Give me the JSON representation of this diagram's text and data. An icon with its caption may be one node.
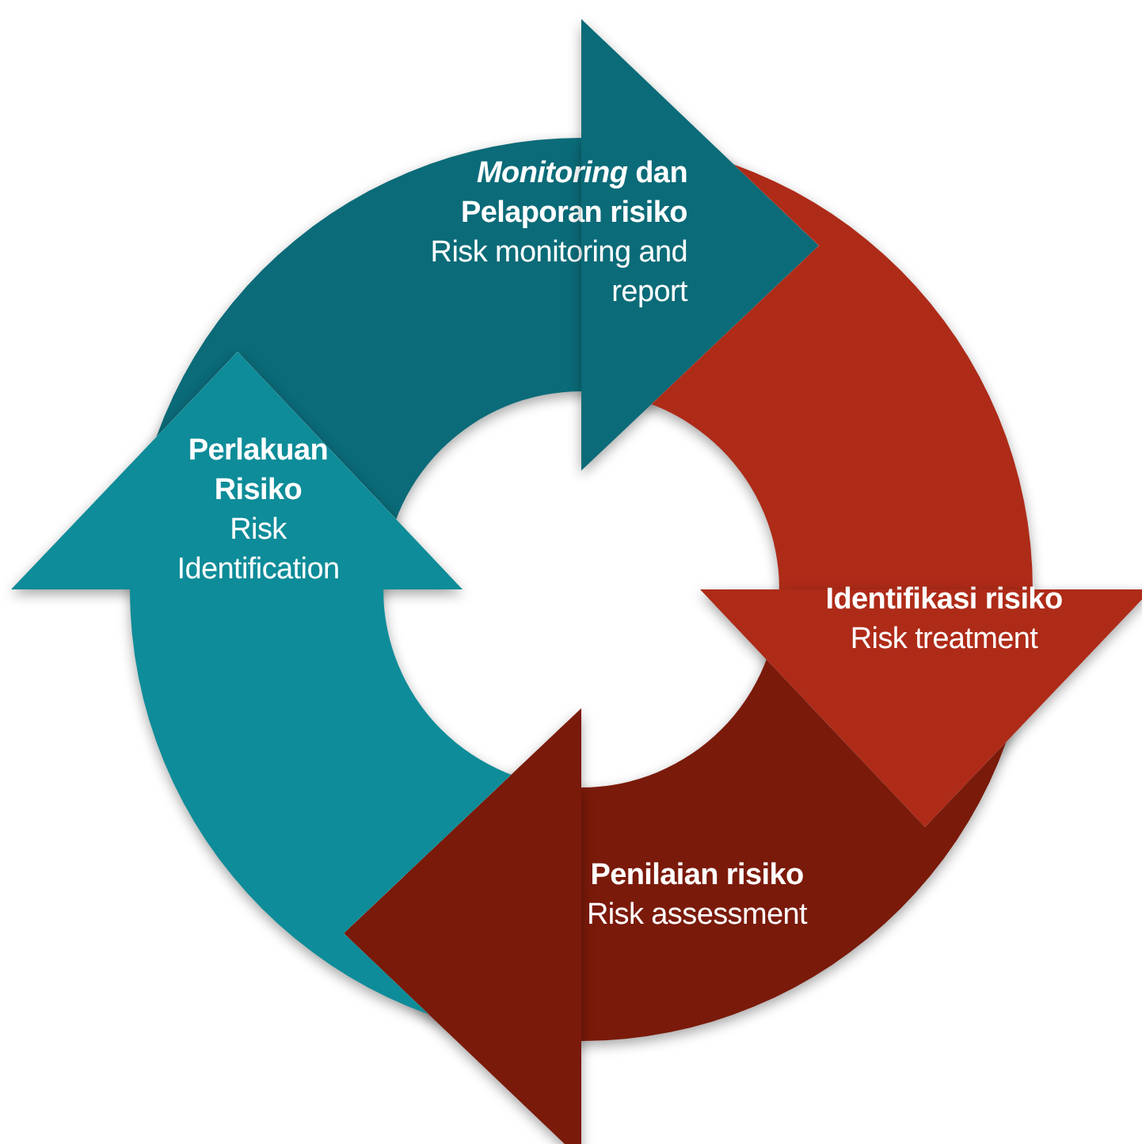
{
  "diagram": {
    "nodes": [
      {
        "text": [
          "*Monitoring* dan Pelaporan risiko",
          "Risk monitoring and report"
        ]
      },
      {
        "text": [
          "Identifikasi risiko",
          "Risk treatment"
        ]
      },
      {
        "text": [
          "Penilaian risiko",
          "Risk assessment"
        ]
      },
      {
        "text": [
          "Perlakuan Risiko",
          "Risk Identification"
        ]
      }
    ]
  }
}
